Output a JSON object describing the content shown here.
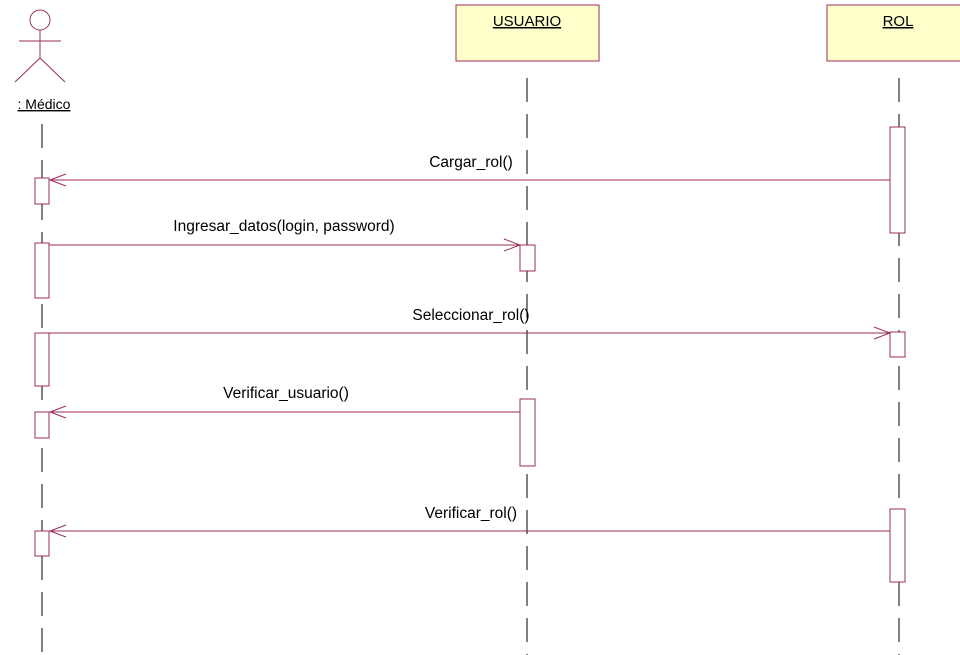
{
  "diagram": {
    "type": "uml-sequence",
    "line_color": "#9b2d5a",
    "object_fill": "#ffffcc"
  },
  "actor": {
    "label": ": Médico",
    "icon": "stick-figure-actor-icon"
  },
  "objects": [
    {
      "id": "usuario",
      "label": "USUARIO"
    },
    {
      "id": "rol",
      "label": "ROL"
    }
  ],
  "messages": [
    {
      "label": "Cargar_rol()",
      "from": "rol",
      "to": "medico"
    },
    {
      "label": "Ingresar_datos(login, password)",
      "from": "medico",
      "to": "usuario"
    },
    {
      "label": "Seleccionar_rol()",
      "from": "medico",
      "to": "rol"
    },
    {
      "label": "Verificar_usuario()",
      "from": "usuario",
      "to": "medico"
    },
    {
      "label": "Verificar_rol()",
      "from": "rol",
      "to": "medico"
    }
  ]
}
